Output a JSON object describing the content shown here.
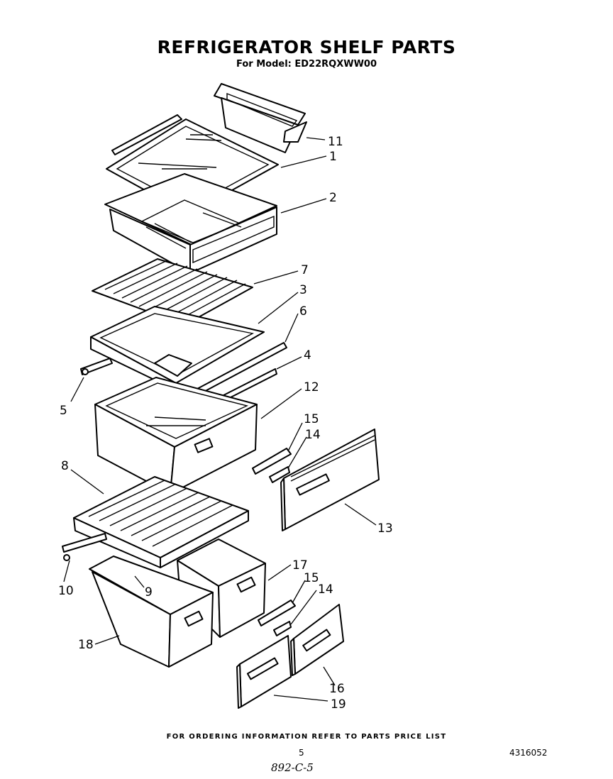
{
  "header": {
    "title": "REFRIGERATOR SHELF PARTS",
    "model": "For Model: ED22RQXWW00"
  },
  "callouts": [
    {
      "label": "11"
    },
    {
      "label": "1"
    },
    {
      "label": "2"
    },
    {
      "label": "7"
    },
    {
      "label": "3"
    },
    {
      "label": "6"
    },
    {
      "label": "4"
    },
    {
      "label": "5"
    },
    {
      "label": "12"
    },
    {
      "label": "15"
    },
    {
      "label": "14"
    },
    {
      "label": "8"
    },
    {
      "label": "13"
    },
    {
      "label": "10"
    },
    {
      "label": "9"
    },
    {
      "label": "17"
    },
    {
      "label": "15"
    },
    {
      "label": "14"
    },
    {
      "label": "18"
    },
    {
      "label": "16"
    },
    {
      "label": "19"
    }
  ],
  "footer": {
    "ordering_note": "FOR ORDERING INFORMATION REFER TO PARTS PRICE LIST",
    "page_number": "5",
    "document_number": "4316052",
    "handwritten_note": "892-C-5"
  }
}
